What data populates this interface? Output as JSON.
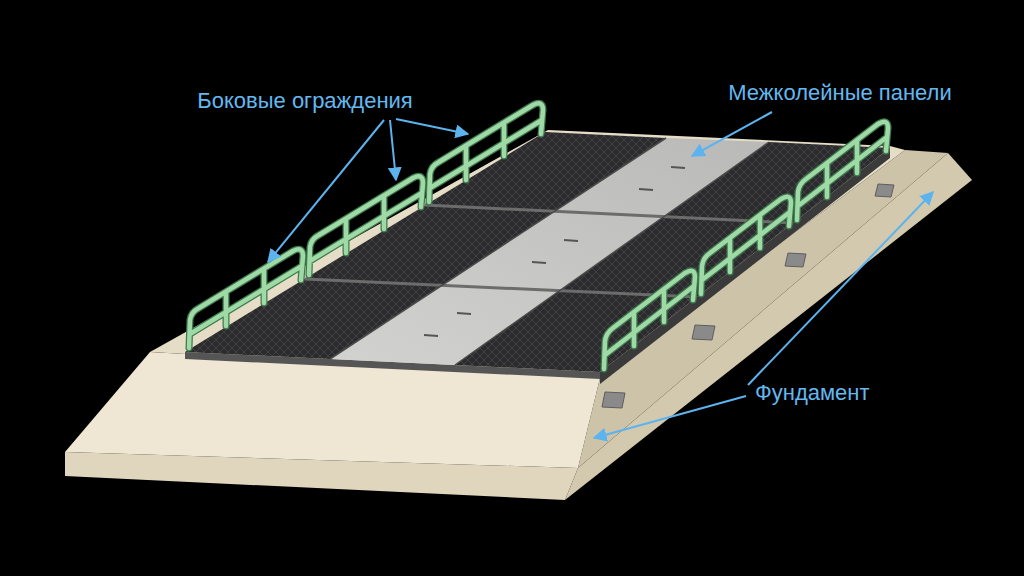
{
  "diagram": {
    "labels": [
      "Боковые ограждения",
      "Межколейные панели",
      "Фундамент"
    ]
  }
}
